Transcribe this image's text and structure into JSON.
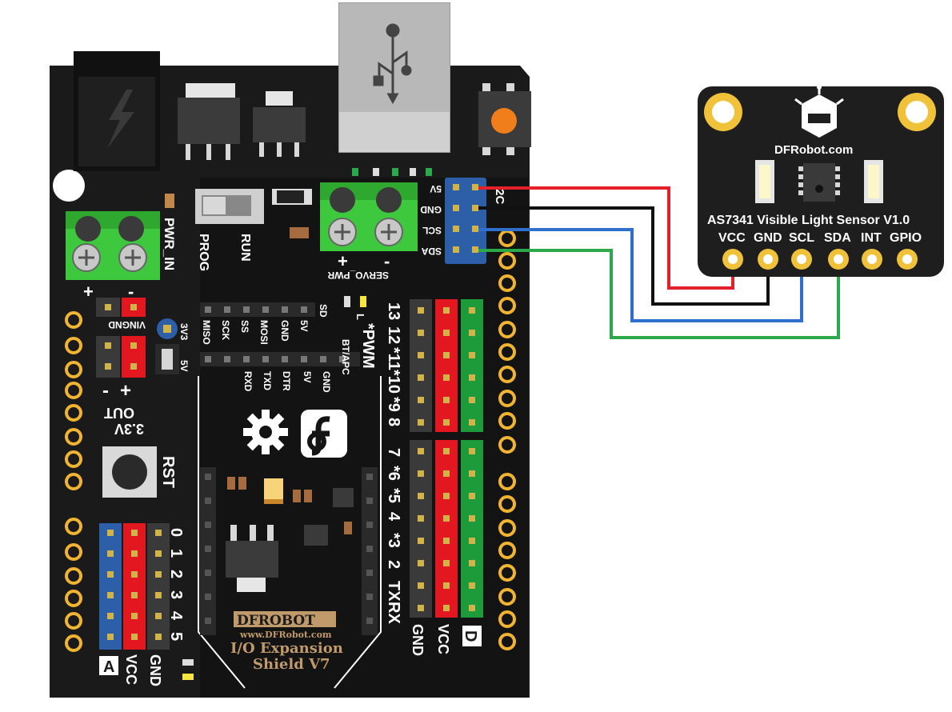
{
  "colors": {
    "board": "#1a1a1a",
    "pcb_black": "#0d0d0d",
    "wire_vcc": "#e5202a",
    "wire_gnd": "#111111",
    "wire_scl": "#2f6fd0",
    "wire_sda": "#2aa84a",
    "pin_red": "#e3171f",
    "pin_green": "#1d9a3a",
    "pin_blue": "#2d5ea8",
    "pin_gray": "#3a3a3a",
    "header_gold": "#f0b431",
    "terminal_green": "#3ec83e",
    "button_orange": "#f07f1b"
  },
  "shield": {
    "i2c_labels": [
      "5V",
      "GND",
      "SCL",
      "SDA"
    ],
    "i2c_title": "I2C",
    "pwr_in": "PWR_IN",
    "pwr_plus": "+",
    "pwr_minus": "-",
    "servo_pwr": "SERVO_PWR",
    "servo_plus": "+",
    "servo_minus": "-",
    "prog": "PROG",
    "run": "RUN",
    "vingnd": "VINGND",
    "v3v3": "3V3",
    "v5v": "5V",
    "out_plus": "+",
    "out_minus": "-",
    "out_label_1": "3.3V",
    "out_label_2": "OUT",
    "rst": "RST",
    "spi_labels": [
      "MISO",
      "SCK",
      "SS",
      "MOSI",
      "GND",
      "5V"
    ],
    "sd": "SD",
    "l_led": "L",
    "serial_labels": [
      "RXD",
      "TXD",
      "DTR",
      "5V",
      "GND"
    ],
    "bt_apc": "BT/APC",
    "pwm": "*PWM",
    "digital_high": [
      "13",
      "12",
      "*11",
      "*10",
      "*9",
      "8"
    ],
    "digital_low": [
      "7",
      "*6",
      "*5",
      "4",
      "*3",
      "2",
      "TX",
      "RX"
    ],
    "analog": [
      "0",
      "1",
      "2",
      "3",
      "4",
      "5"
    ],
    "analog_a": "A",
    "analog_vcc": "VCC",
    "analog_gnd": "GND",
    "digital_gnd": "GND",
    "digital_vcc": "VCC",
    "digital_d": "D",
    "brand_logo": "DFROBOT",
    "brand_url": "www.DFRobot.com",
    "product_line1": "I/O Expansion",
    "product_line2": "Shield V7"
  },
  "sensor": {
    "brand": "DFRobot.com",
    "title": "AS7341 Visible Light Sensor V1.0",
    "pins": [
      "VCC",
      "GND",
      "SCL",
      "SDA",
      "INT",
      "GPIO"
    ]
  }
}
